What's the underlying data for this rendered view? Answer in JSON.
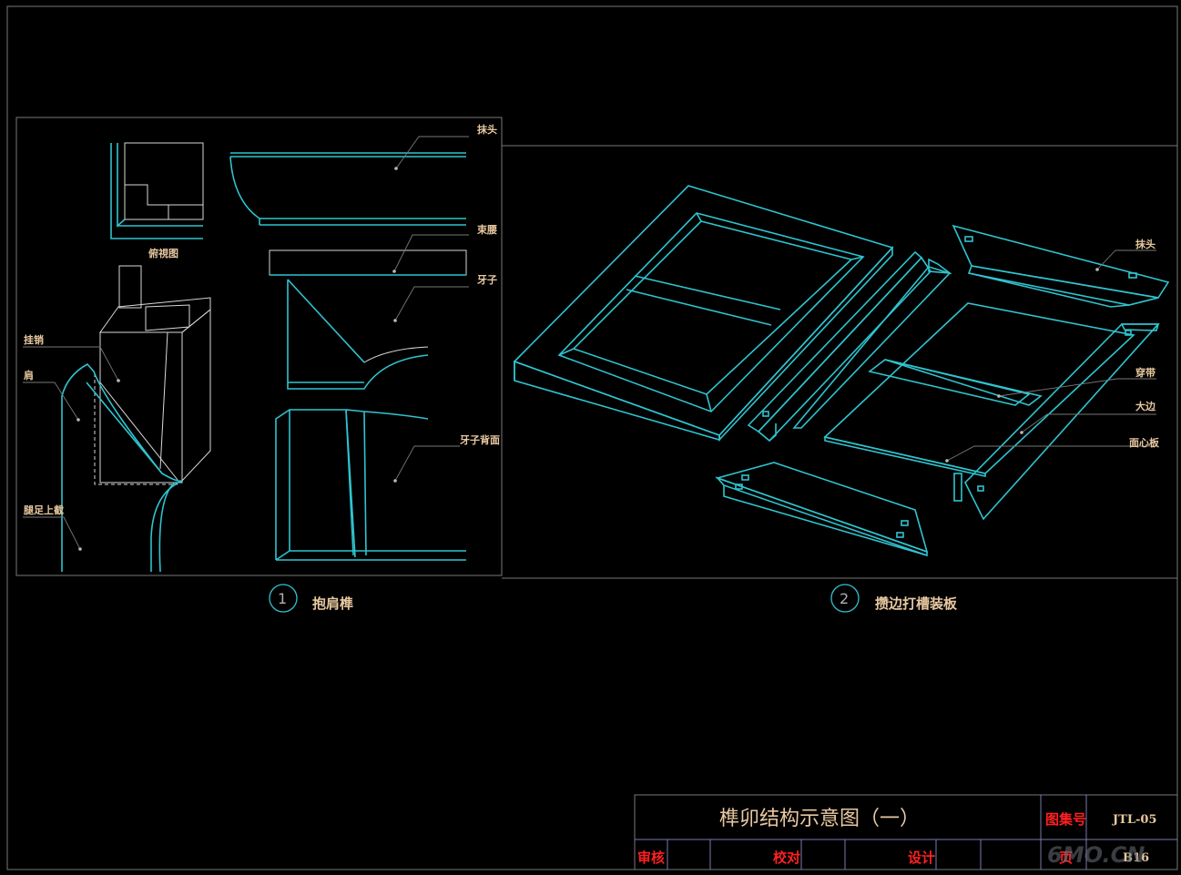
{
  "figure1": {
    "number": "1",
    "caption": "抱肩榫",
    "inset_caption": "俯視图",
    "labels": {
      "gua_xiao": "挂销",
      "jian": "肩",
      "tui_zu_shang_jie": "腿足上截",
      "zhu_tou": "抹头",
      "shu_yao": "束腰",
      "ya_zi": "牙子",
      "ya_zi_bei_mian": "牙子背面"
    }
  },
  "figure2": {
    "number": "2",
    "caption": "攒边打槽装板",
    "labels": {
      "zhu_tou": "抹头",
      "chuan_dai": "穿带",
      "da_bian": "大边",
      "mian_xin_ban": "面心板"
    }
  },
  "title_block": {
    "title": "榫卯结构示意图（一）",
    "drawing_no_label": "图集号",
    "drawing_no": "JTL-05",
    "reviewer_label": "审核",
    "checker_label": "校对",
    "designer_label": "设计",
    "page_label": "页",
    "page": "B16"
  },
  "watermark": "6MO.CN",
  "colors": {
    "background": "#000000",
    "line": "#2fc4d0",
    "label": "#e8c8a0",
    "title_block_label": "#ff2020"
  }
}
